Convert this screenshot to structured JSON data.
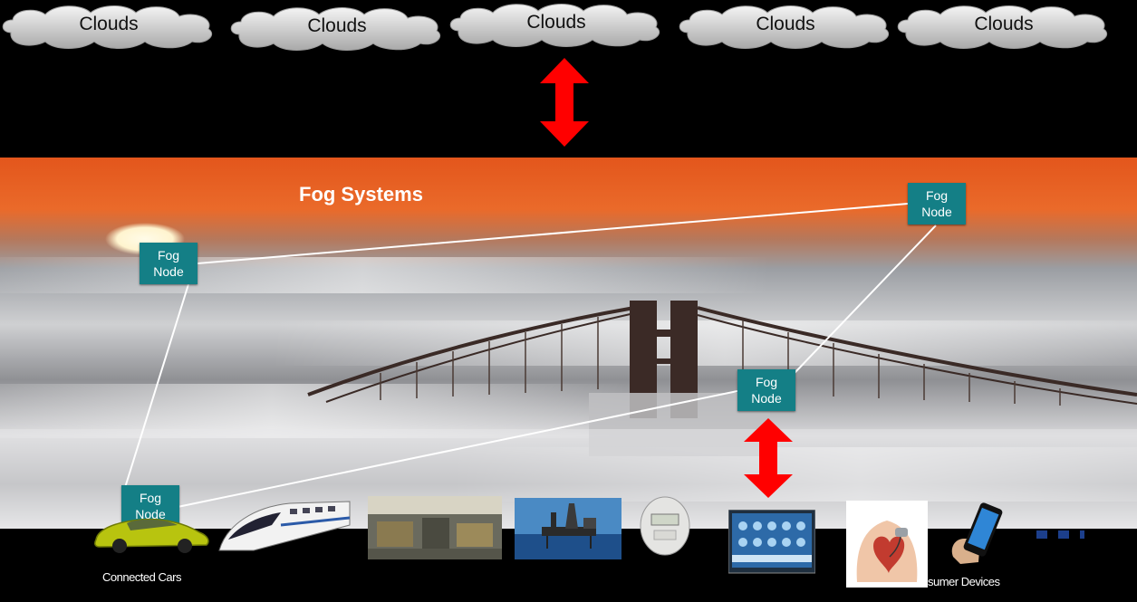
{
  "clouds": [
    {
      "label": "Clouds"
    },
    {
      "label": "Clouds"
    },
    {
      "label": "Clouds"
    },
    {
      "label": "Clouds"
    },
    {
      "label": "Clouds"
    }
  ],
  "fog": {
    "title": "Fog Systems",
    "nodes": [
      {
        "label_line1": "Fog",
        "label_line2": "Node"
      },
      {
        "label_line1": "Fog",
        "label_line2": "Node"
      },
      {
        "label_line1": "Fog",
        "label_line2": "Node"
      },
      {
        "label_line1": "Fog",
        "label_line2": "Node"
      }
    ]
  },
  "captions": {
    "left": "Connected Cars",
    "right": "sumer Devices"
  },
  "colors": {
    "background": "#000000",
    "sky_top": "#e3561c",
    "fog_node": "#147f86",
    "arrow": "#ff0000"
  },
  "icons": [
    "cloud-icon",
    "double-arrow-icon",
    "car-icon",
    "train-icon",
    "factory-icon",
    "oil-rig-icon",
    "smart-meter-icon",
    "tablet-icon",
    "pacemaker-icon",
    "smartphone-icon"
  ]
}
